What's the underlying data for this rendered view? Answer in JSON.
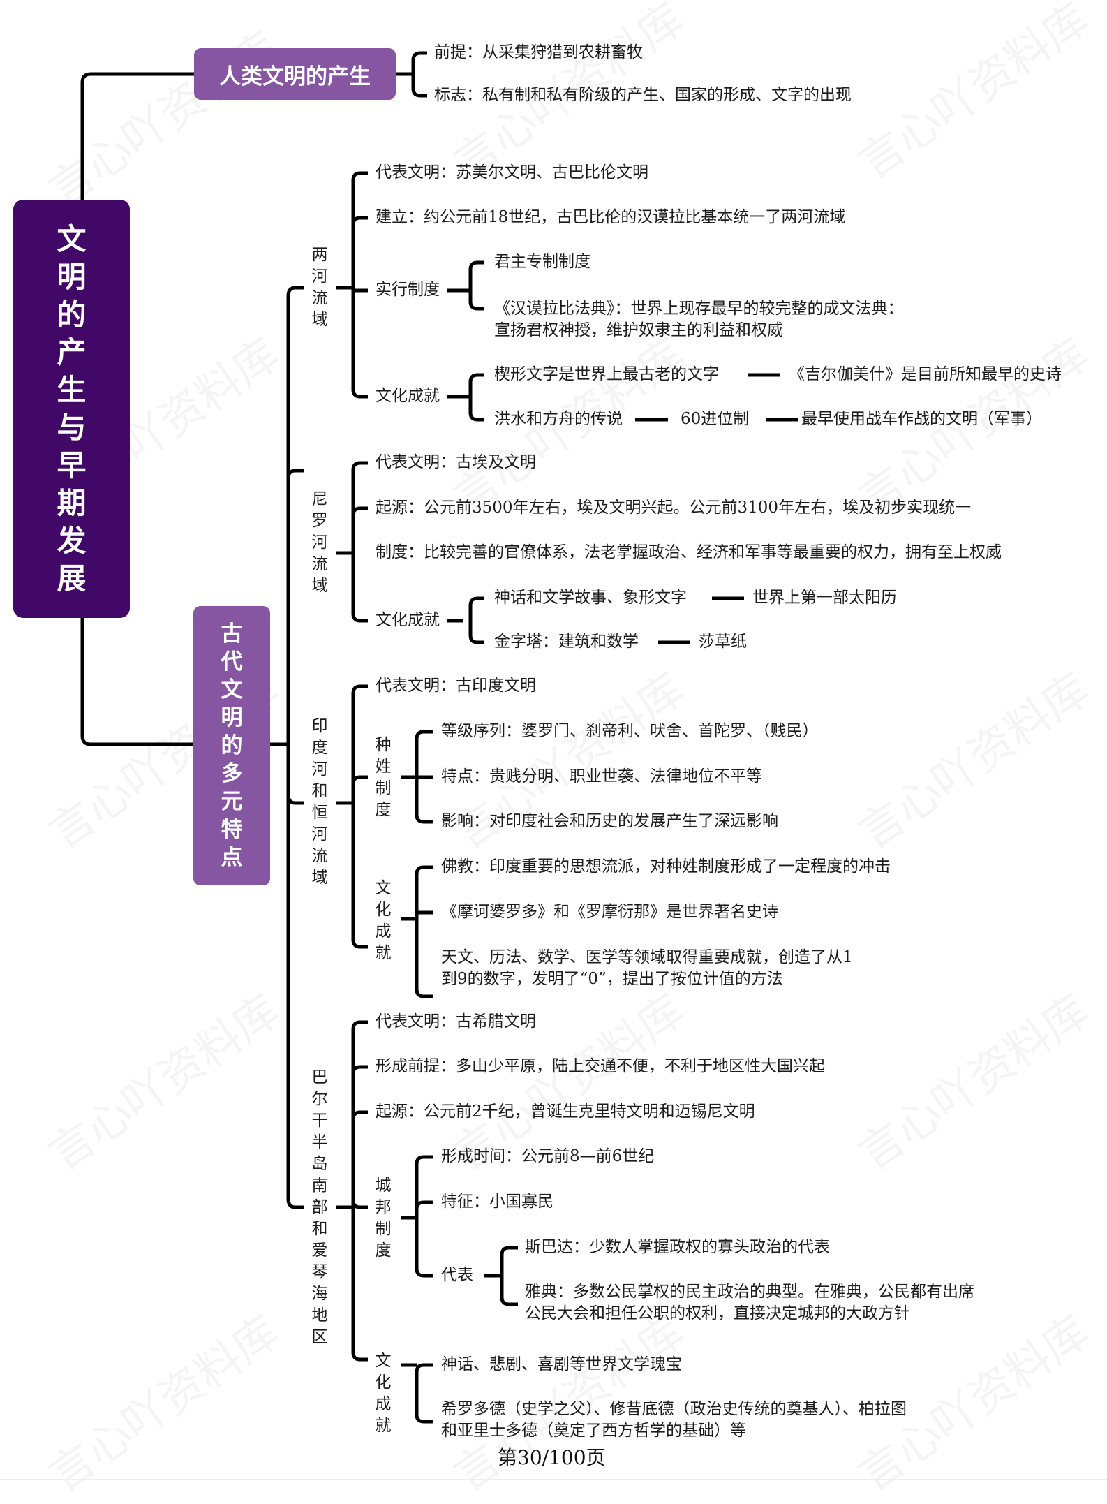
{
  "title": "文明的产生与早期发展",
  "colors": {
    "main_box": "#420868",
    "category_box": "#8756a3",
    "line": "#000000",
    "text": "#1c1c1c"
  },
  "watermark": "言心吖资料库",
  "page_label": "第30/100页",
  "sections": {
    "origin": {
      "label": "人类文明的产生",
      "items": [
        "前提：从采集狩猎到农耕畜牧",
        "标志：私有制和私有阶级的产生、国家的形成、文字的出现"
      ]
    },
    "diverse": {
      "label": "古代文明的多元特点",
      "mesopotamia": {
        "label": "两河流域",
        "representative": "代表文明：苏美尔文明、古巴比伦文明",
        "establish": "建立：约公元前18世纪，古巴比伦的汉谟拉比基本统一了两河流域",
        "system": {
          "label": "实行制度",
          "items": [
            "君主专制制度",
            "《汉谟拉比法典》：世界上现存最早的较完整的成文法典：宣扬君权神授，维护奴隶主的利益和权威"
          ]
        },
        "culture": {
          "label": "文化成就",
          "row1": [
            "楔形文字是世界上最古老的文字",
            "《吉尔伽美什》是目前所知最早的史诗"
          ],
          "row2": [
            "洪水和方舟的传说",
            "60进位制",
            "最早使用战车作战的文明（军事）"
          ]
        }
      },
      "nile": {
        "label": "尼罗河流域",
        "representative": "代表文明：古埃及文明",
        "origin": "起源：公元前3500年左右，埃及文明兴起。公元前3100年左右，埃及初步实现统一",
        "system": "制度：比较完善的官僚体系，法老掌握政治、经济和军事等最重要的权力，拥有至上权威",
        "culture": {
          "label": "文化成就",
          "row1": [
            "神话和文学故事、象形文字",
            "世界上第一部太阳历"
          ],
          "row2": [
            "金字塔：建筑和数学",
            "莎草纸"
          ]
        }
      },
      "india": {
        "label": "印度河和恒河流域",
        "representative": "代表文明：古印度文明",
        "caste": {
          "label": "种姓制度",
          "items": [
            "等级序列：婆罗门、刹帝利、吠舍、首陀罗、（贱民）",
            "特点：贵贱分明、职业世袭、法律地位不平等",
            "影响：对印度社会和历史的发展产生了深远影响"
          ]
        },
        "culture": {
          "label": "文化成就",
          "items": [
            "佛教：印度重要的思想流派，对种姓制度形成了一定程度的冲击",
            "《摩诃婆罗多》和《罗摩衍那》是世界著名史诗",
            "天文、历法、数学、医学等领域取得重要成就，创造了从1到9的数字，发明了“0”，提出了按位计值的方法"
          ]
        }
      },
      "greece": {
        "label": "巴尔干半岛南部和爱琴海地区",
        "representative": "代表文明：古希腊文明",
        "premise": "形成前提：多山少平原，陆上交通不便，不利于地区性大国兴起",
        "origin": "起源：公元前2千纪，曾诞生克里特文明和迈锡尼文明",
        "city_state": {
          "label": "城邦制度",
          "time": "形成时间：公元前8—前6世纪",
          "feature": "特征：小国寡民",
          "representatives": {
            "label": "代表",
            "items": [
              "斯巴达：少数人掌握政权的寡头政治的代表",
              "雅典：多数公民掌权的民主政治的典型。在雅典，公民都有出席公民大会和担任公职的权利，直接决定城邦的大政方针"
            ]
          }
        },
        "culture": {
          "label": "文化成就",
          "items": [
            "神话、悲剧、喜剧等世界文学瑰宝",
            "希罗多德（史学之父）、修昔底德（政治史传统的奠基人）、柏拉图和亚里士多德（奠定了西方哲学的基础）等"
          ]
        }
      }
    }
  }
}
